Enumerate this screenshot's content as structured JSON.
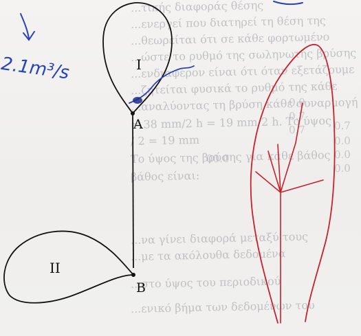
{
  "document": {
    "background_text": [
      "...τικής διαφοράς θέσης",
      "...ενεργεί που διατηρεί τη θέση της",
      "...θεωρείται ότι σε κάθε φορτωμένο",
      "...ώστε το ρυθμό της σωληνωτής βρύσης",
      "...ενδιαφέρον είναι ότι όταν εξετάζουμε",
      "...ζητείται φυσικά το ρυθμό της κάθε",
      "...αναλύοντας τη βρύση κάθε συναρμογή",
      "= 38 mm/2 h = 19 mm/2 h. Το ύψος",
      "/ 2 = 19 mm",
      "Το ύψος της βρύσης για κάθε βάθος",
      "βάθος είναι:",
      "",
      "...να γίνει διαφορά μεταξύ τους",
      "...με τα ακόλουθα δεδομένα",
      "...στο ύψος του περιοδικού",
      "...ενικό βήμα των δεδομένων του"
    ],
    "background_numbers": [
      "0.0",
      "0.7",
      "0.7",
      "0.7",
      "00.0",
      "0.0",
      "0.0",
      "0.0"
    ]
  },
  "figure": {
    "loop_top_label": "I",
    "loop_bottom_label": "II",
    "junction_top_label": "A",
    "junction_bottom_label": "B"
  },
  "annotations": {
    "flow_rate": "2.1m³/s"
  },
  "colors": {
    "ink": "#111111",
    "blue_pen": "#2643b8",
    "red_pen": "#c8202a",
    "faded_print": "#9a9aa6"
  }
}
